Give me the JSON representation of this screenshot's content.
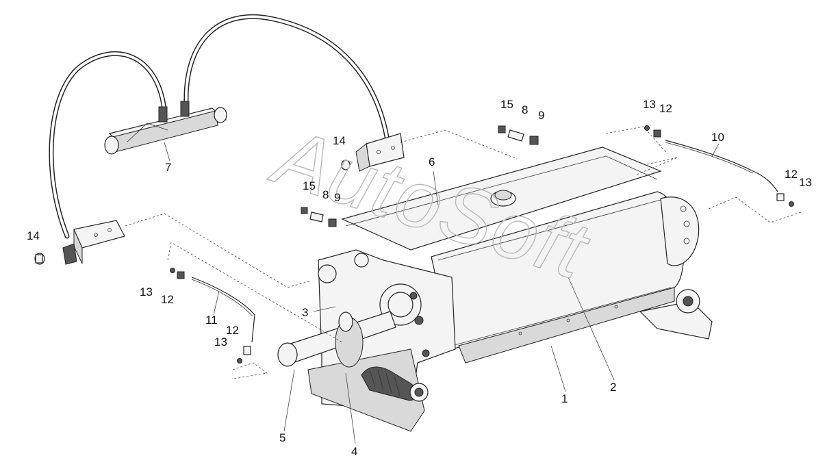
{
  "watermark": "AutoSoft",
  "callouts": {
    "n1": "1",
    "n2": "2",
    "n3": "3",
    "n4": "4",
    "n5": "5",
    "n6": "6",
    "n7": "7",
    "n8a": "8",
    "n9a": "9",
    "n15a": "15",
    "n8b": "8",
    "n9b": "9",
    "n15b": "15",
    "n10": "10",
    "n11": "11",
    "n12a": "12",
    "n13a": "13",
    "n12b": "12",
    "n13b": "13",
    "n12c": "12",
    "n13c": "13",
    "n12d": "12",
    "n13d": "13",
    "n14a": "14",
    "n14b": "14"
  }
}
